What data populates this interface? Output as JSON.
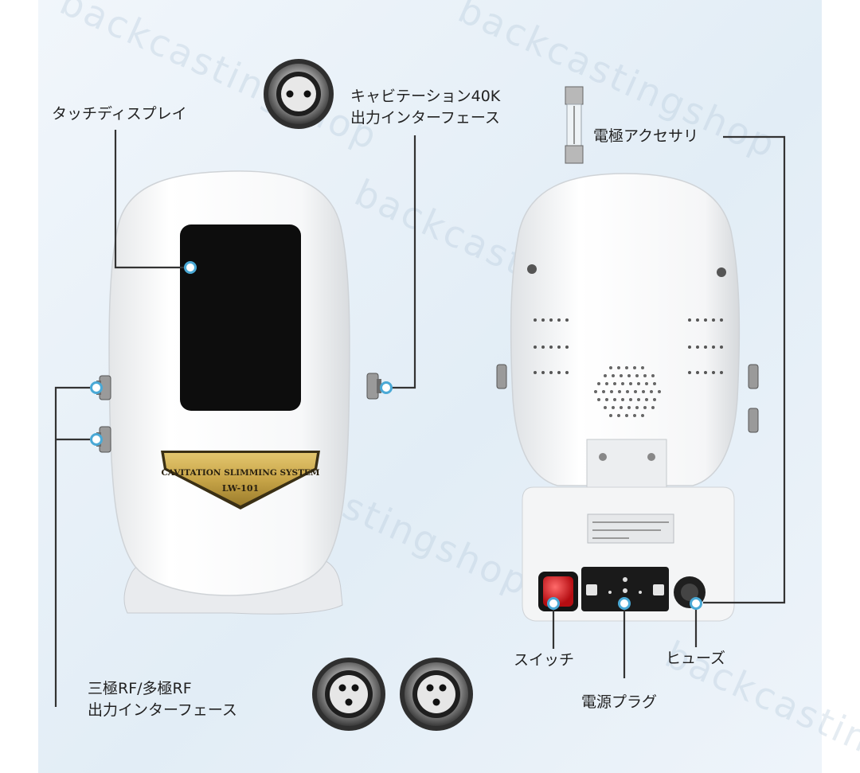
{
  "watermark": "backcastingshop",
  "labels": {
    "touch_display": "タッチディスプレイ",
    "cavitation_port_line1": "キャビテーション40K",
    "cavitation_port_line2": "出力インターフェース",
    "electrode_accessory": "電極アクセサリ",
    "rf_port_line1": "三極RF/多極RF",
    "rf_port_line2": "出力インターフェース",
    "switch": "スイッチ",
    "fuse": "ヒューズ",
    "power_plug": "電源プラグ"
  },
  "device": {
    "badge_line1": "CAVITATION SLIMMING SYSTEM",
    "badge_line2": "LW-101"
  },
  "colors": {
    "callout_line": "#333333",
    "callout_dot": "#4aa9d6",
    "screen": "#0d0d0d",
    "badge_gold": "#c8a548",
    "switch_red": "#d8141a"
  }
}
